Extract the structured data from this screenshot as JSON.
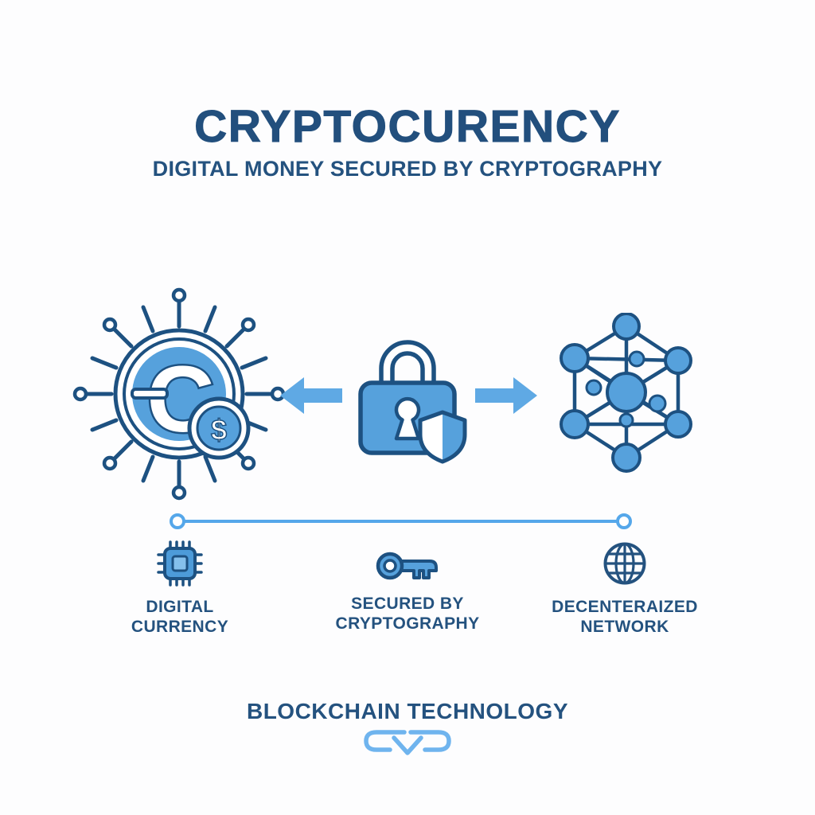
{
  "colors": {
    "background": "#FDFDFE",
    "text_navy": "#24527F",
    "outline_navy": "#1D5181",
    "fill_blue": "#56A1DC",
    "fill_blue_light": "#85C0EC",
    "arrow_blue": "#5FA9E4",
    "divider_blue": "#55A7EA",
    "chain_blue": "#6FB4EE"
  },
  "header": {
    "title": "CRYPTOCURENCY",
    "subtitle": "DIGITAL MONEY SECURED BY CRYPTOGRAPHY"
  },
  "hero": {
    "coin_symbol": "C",
    "dollar_symbol": "$",
    "icons": [
      "digital-currency-coin-icon",
      "left-arrow-icon",
      "padlock-shield-icon",
      "right-arrow-icon",
      "network-nodes-icon"
    ]
  },
  "features": [
    {
      "icon": "chip-icon",
      "lines": [
        "DIGITAL",
        "CURRENCY"
      ]
    },
    {
      "icon": "key-icon",
      "lines": [
        "SECURED BY",
        "CRYPTOGRAPHY"
      ]
    },
    {
      "icon": "globe-icon",
      "lines": [
        "DECENTERAIZED",
        "NETWORK"
      ]
    }
  ],
  "footer": {
    "title": "BLOCKCHAIN TECHNOLOGY",
    "icon": "chain-link-icon"
  }
}
